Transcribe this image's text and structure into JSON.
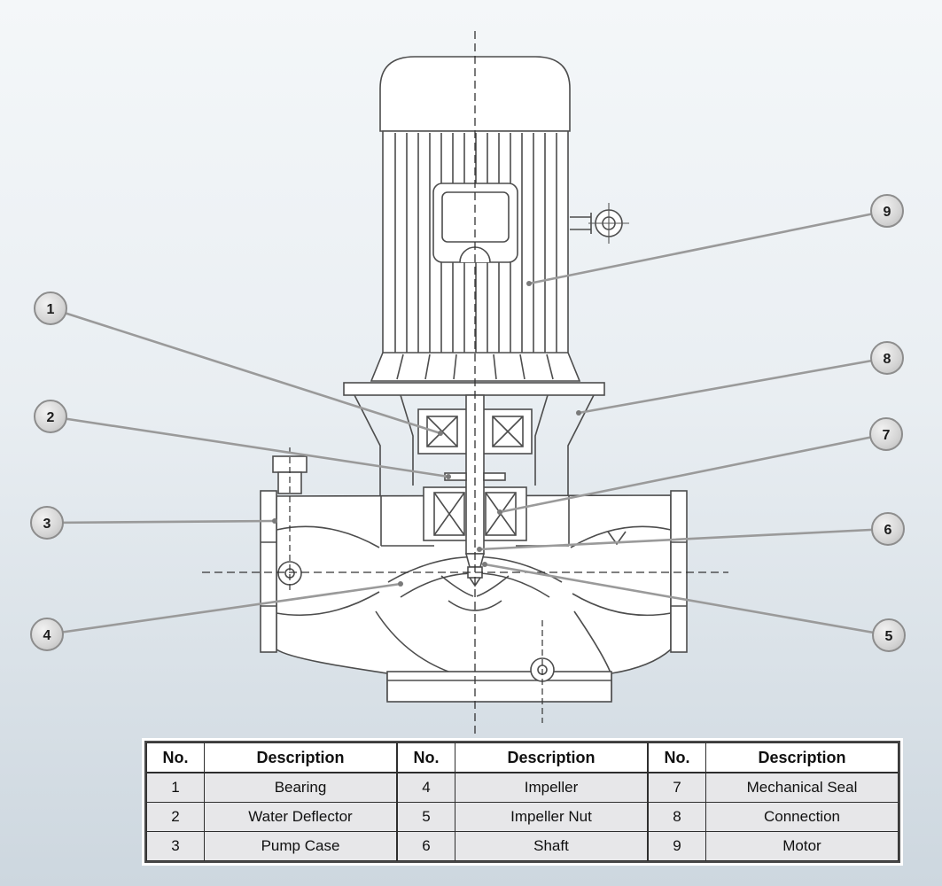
{
  "callouts": [
    {
      "num": "1"
    },
    {
      "num": "2"
    },
    {
      "num": "3"
    },
    {
      "num": "4"
    },
    {
      "num": "5"
    },
    {
      "num": "6"
    },
    {
      "num": "7"
    },
    {
      "num": "8"
    },
    {
      "num": "9"
    }
  ],
  "table": {
    "headers": [
      "No.",
      "Description"
    ],
    "groups": [
      {
        "rows": [
          {
            "no": "1",
            "desc": "Bearing"
          },
          {
            "no": "2",
            "desc": "Water Deflector"
          },
          {
            "no": "3",
            "desc": "Pump Case"
          }
        ]
      },
      {
        "rows": [
          {
            "no": "4",
            "desc": "Impeller"
          },
          {
            "no": "5",
            "desc": "Impeller Nut"
          },
          {
            "no": "6",
            "desc": "Shaft"
          }
        ]
      },
      {
        "rows": [
          {
            "no": "7",
            "desc": "Mechanical Seal"
          },
          {
            "no": "8",
            "desc": "Connection"
          },
          {
            "no": "9",
            "desc": "Motor"
          }
        ]
      }
    ]
  },
  "colors": {
    "line": "#4d4d4d",
    "balloon_fill": "#d6d6d6",
    "balloon_stroke": "#8d8d8d",
    "leader": "#9a9a9a",
    "background_top": "#f4f7f9",
    "background_bottom": "#cdd7df",
    "table_row_bg": "#e7e7e9"
  }
}
